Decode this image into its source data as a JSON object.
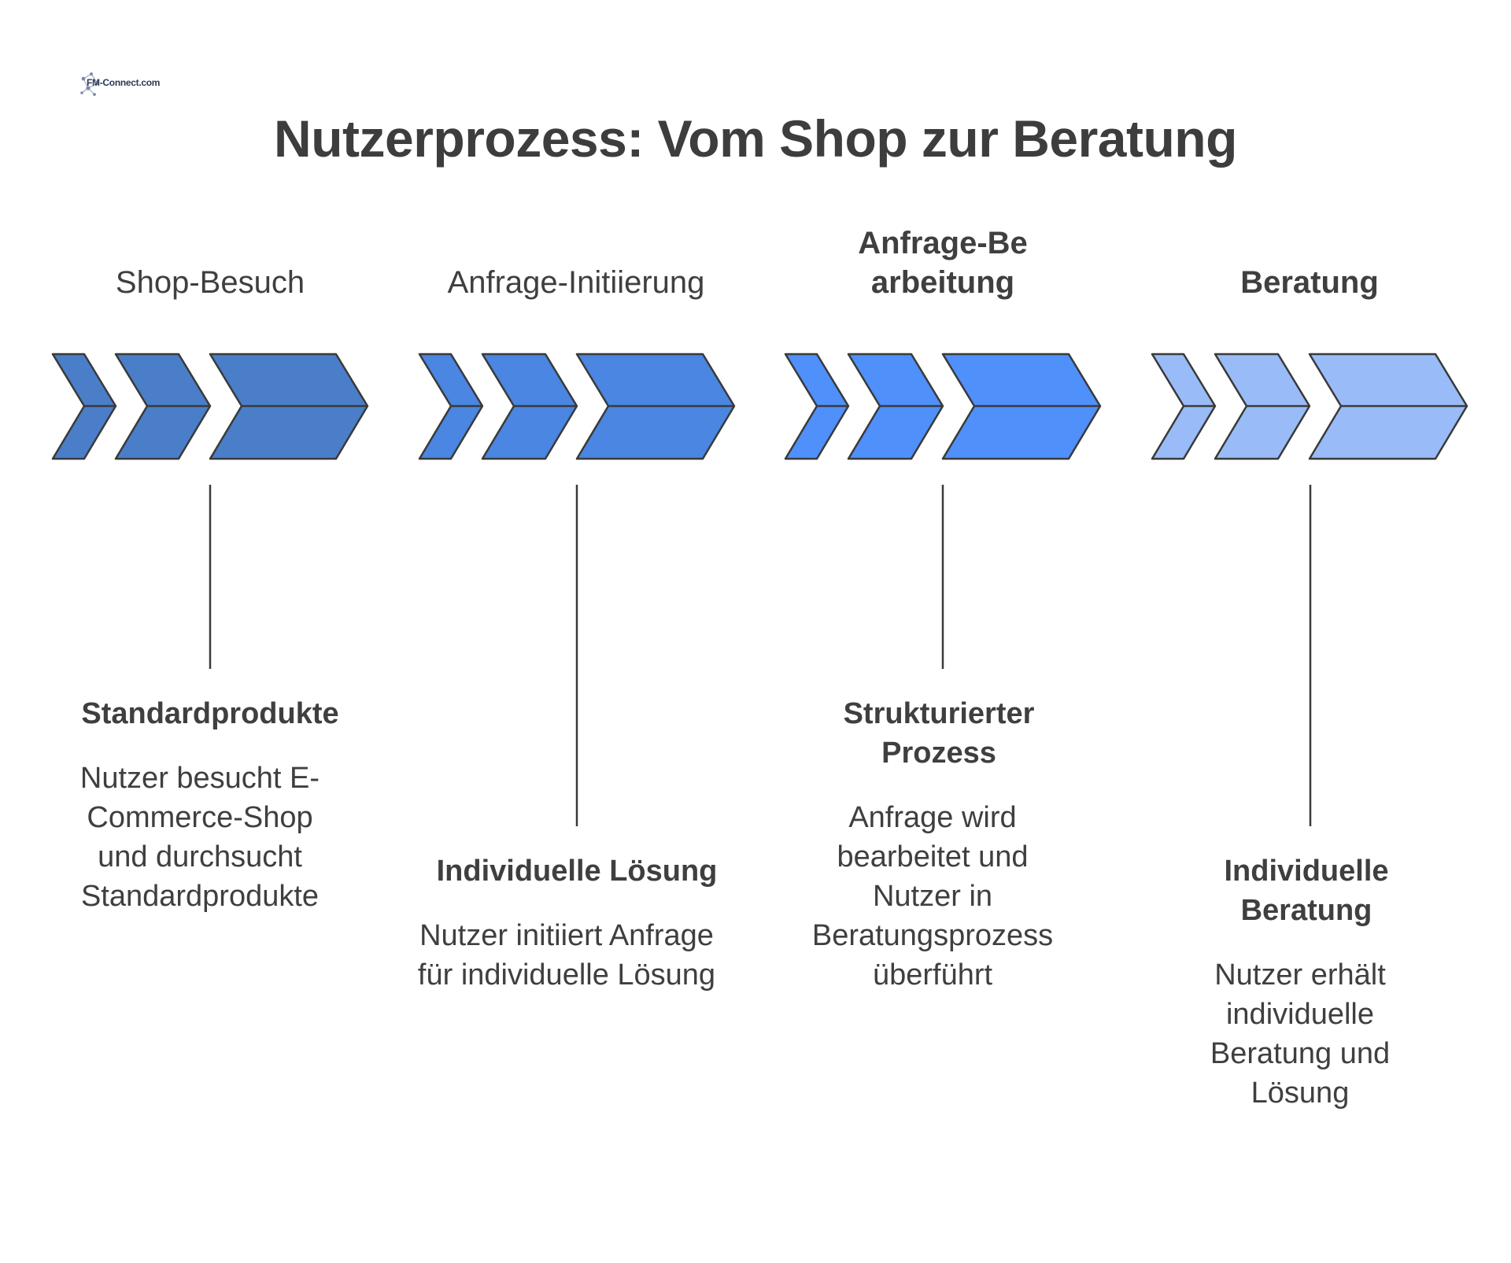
{
  "logo": {
    "text": "FM-Connect.com",
    "icon": "network-logo-icon"
  },
  "title": "Nutzerprozess: Vom Shop zur Beratung",
  "colors": {
    "stage1": "#4a7ec9",
    "stage2": "#4a86e2",
    "stage3": "#4f90fb",
    "stage4": "#99bcf8",
    "outline": "#3a3a3a",
    "text": "#3f3f3f"
  },
  "stages": [
    {
      "label": "Shop-Besuch",
      "sub_title": "Standardprodukte",
      "description": "Nutzer besucht E-Commerce-Shop und durchsucht Standardprodukte"
    },
    {
      "label": "Anfrage-Initiierung",
      "sub_title": "Individuelle Lösung",
      "description": "Nutzer initiiert Anfrage für individuelle Lösung"
    },
    {
      "label": "Anfrage-Bearbeitung",
      "sub_title": "Strukturierter Prozess",
      "description": "Anfrage wird bearbeitet und Nutzer in Beratungsprozess überführt"
    },
    {
      "label": "Beratung",
      "sub_title": "Individuelle Beratung",
      "description": "Nutzer erhält individuelle Beratung und Lösung"
    }
  ]
}
